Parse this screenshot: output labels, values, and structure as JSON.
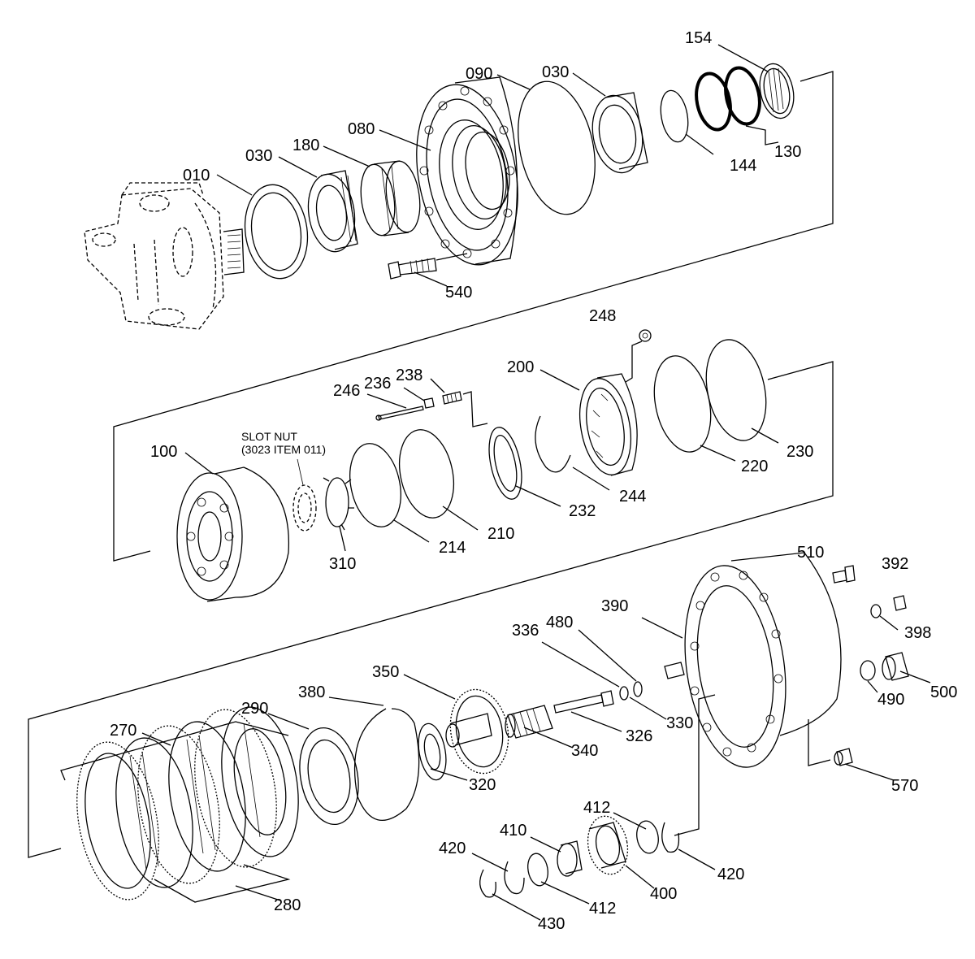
{
  "callouts": [
    {
      "id": "c154",
      "text": "154"
    },
    {
      "id": "c090",
      "text": "090"
    },
    {
      "id": "c030a",
      "text": "030"
    },
    {
      "id": "c080",
      "text": "080"
    },
    {
      "id": "c180",
      "text": "180"
    },
    {
      "id": "c030b",
      "text": "030"
    },
    {
      "id": "c010",
      "text": "010"
    },
    {
      "id": "c130",
      "text": "130"
    },
    {
      "id": "c144",
      "text": "144"
    },
    {
      "id": "c540",
      "text": "540"
    },
    {
      "id": "c248",
      "text": "248"
    },
    {
      "id": "c200",
      "text": "200"
    },
    {
      "id": "c246",
      "text": "246"
    },
    {
      "id": "c236",
      "text": "236"
    },
    {
      "id": "c238",
      "text": "238"
    },
    {
      "id": "c100",
      "text": "100"
    },
    {
      "id": "c220",
      "text": "220"
    },
    {
      "id": "c230",
      "text": "230"
    },
    {
      "id": "c244",
      "text": "244"
    },
    {
      "id": "c232",
      "text": "232"
    },
    {
      "id": "c210",
      "text": "210"
    },
    {
      "id": "c214",
      "text": "214"
    },
    {
      "id": "c310",
      "text": "310"
    },
    {
      "id": "c510",
      "text": "510"
    },
    {
      "id": "c392",
      "text": "392"
    },
    {
      "id": "c390",
      "text": "390"
    },
    {
      "id": "c336",
      "text": "336"
    },
    {
      "id": "c480",
      "text": "480"
    },
    {
      "id": "c398",
      "text": "398"
    },
    {
      "id": "c350",
      "text": "350"
    },
    {
      "id": "c500",
      "text": "500"
    },
    {
      "id": "c490",
      "text": "490"
    },
    {
      "id": "c380",
      "text": "380"
    },
    {
      "id": "c290",
      "text": "290"
    },
    {
      "id": "c330",
      "text": "330"
    },
    {
      "id": "c326",
      "text": "326"
    },
    {
      "id": "c270",
      "text": "270"
    },
    {
      "id": "c340",
      "text": "340"
    },
    {
      "id": "c570",
      "text": "570"
    },
    {
      "id": "c320",
      "text": "320"
    },
    {
      "id": "c412a",
      "text": "412"
    },
    {
      "id": "c410",
      "text": "410"
    },
    {
      "id": "c420a",
      "text": "420"
    },
    {
      "id": "c420b",
      "text": "420"
    },
    {
      "id": "c400",
      "text": "400"
    },
    {
      "id": "c412b",
      "text": "412"
    },
    {
      "id": "c280",
      "text": "280"
    },
    {
      "id": "c430",
      "text": "430"
    }
  ],
  "notes": {
    "slot_nut_line1": "SLOT NUT",
    "slot_nut_line2": "(3023 ITEM 011)"
  }
}
